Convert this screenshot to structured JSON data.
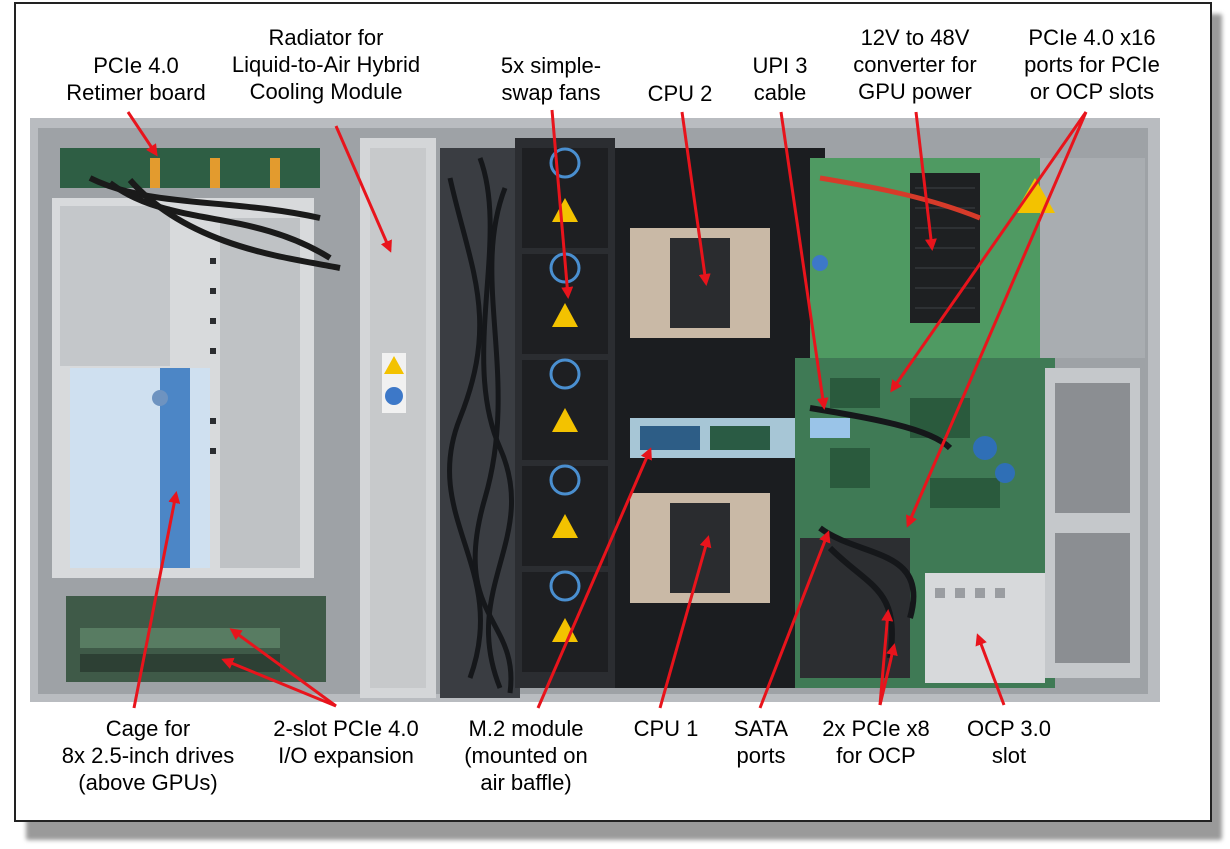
{
  "labels": {
    "pcie_retimer": "PCIe 4.0\nRetimer board",
    "radiator": "Radiator for\nLiquid-to-Air Hybrid\nCooling Module",
    "fans": "5x simple-\nswap fans",
    "cpu2": "CPU 2",
    "upi": "UPI 3\ncable",
    "converter": "12V to 48V\nconverter for\nGPU power",
    "pcie_x16": "PCIe 4.0 x16\nports for PCIe\nor OCP slots",
    "drive_cage": "Cage for\n8x 2.5-inch drives\n(above GPUs)",
    "io_expansion": "2-slot PCIe 4.0\nI/O expansion",
    "m2": "M.2 module\n(mounted on\nair baffle)",
    "cpu1": "CPU 1",
    "sata": "SATA\nports",
    "pcie_x8": "2x PCIe x8\nfor OCP",
    "ocp": "OCP 3.0\nslot"
  },
  "colors": {
    "arrow": "#e8141c",
    "chassis": "#c9ccd0",
    "board": "#3f7a55",
    "dark": "#1b1d20"
  }
}
